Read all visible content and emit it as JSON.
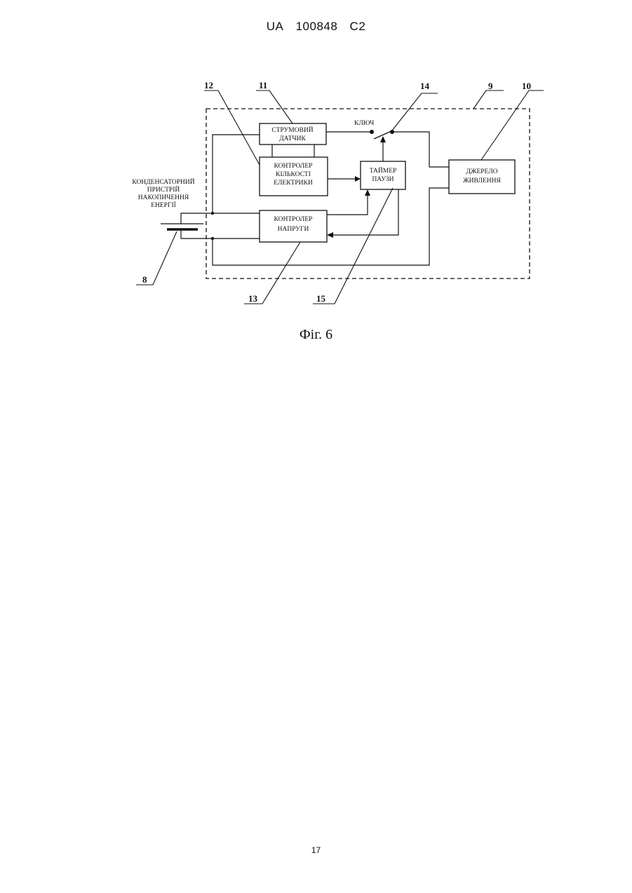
{
  "header": {
    "country": "UA",
    "number": "100848",
    "kind": "C2"
  },
  "figure": {
    "caption": "Фіг. 6",
    "blocks": {
      "current_sensor": {
        "ref": "11",
        "line1": "СТРУМОВИЙ",
        "line2": "ДАТЧИК"
      },
      "electricity_controller": {
        "ref": "12",
        "line1": "КОНТРОЛЕР",
        "line2": "КІЛЬКОСТІ",
        "line3": "ЕЛЕКТРИКИ"
      },
      "voltage_controller": {
        "ref": "13",
        "line1": "КОНТРОЛЕР",
        "line2": "НАПРУГИ"
      },
      "pause_timer": {
        "ref": "15",
        "line1": "ТАЙМЕР",
        "line2": "ПАУЗИ"
      },
      "power_source": {
        "ref": "10",
        "line1": "ДЖЕРЕЛО",
        "line2": "ЖИВЛЕННЯ"
      },
      "switch": {
        "ref": "14",
        "label": "КЛЮЧ"
      },
      "enclosure": {
        "ref": "9"
      },
      "capacitor": {
        "ref": "8",
        "line1": "КОНДЕНСАТОРНИЙ",
        "line2": "ПРИСТРІЙ",
        "line3": "НАКОПИЧЕННЯ",
        "line4": "ЕНЕРГІЇ"
      }
    }
  },
  "page_number": "17"
}
